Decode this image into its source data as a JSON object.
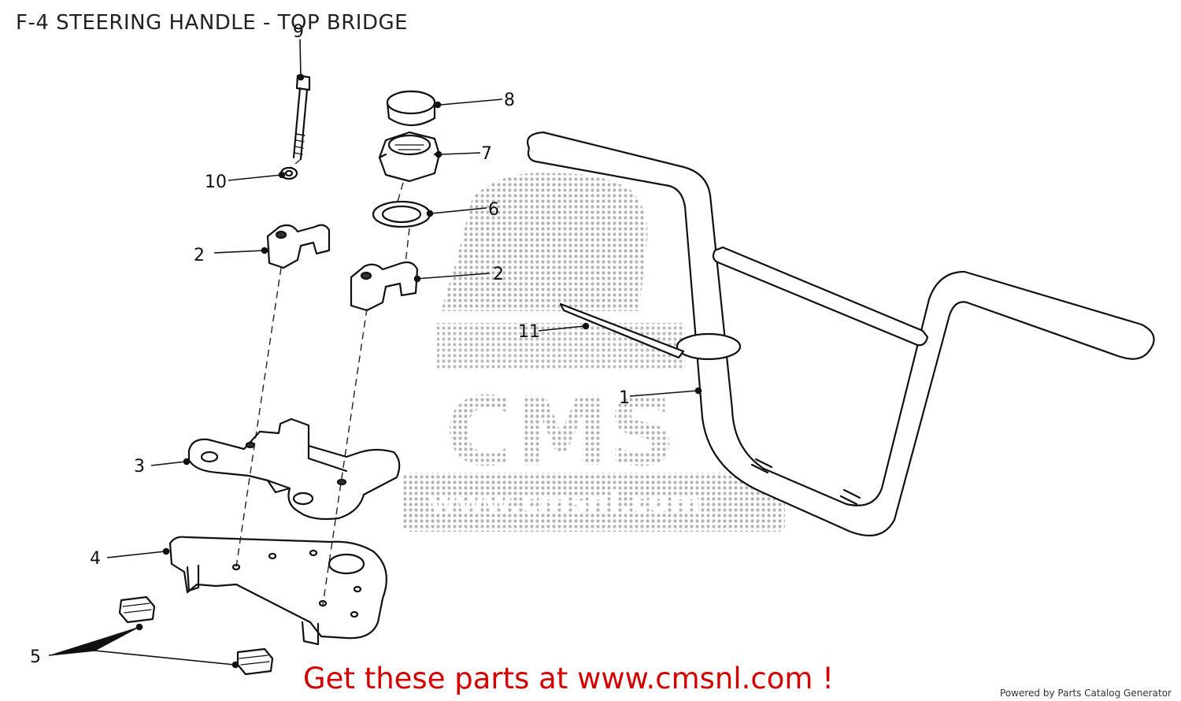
{
  "header": {
    "title": "F-4 STEERING HANDLE - TOP BRIDGE"
  },
  "callouts": {
    "c1": "1",
    "c2a": "2",
    "c2b": "2",
    "c3": "3",
    "c4": "4",
    "c5": "5",
    "c6": "6",
    "c7": "7",
    "c8": "8",
    "c9": "9",
    "c10": "10",
    "c11": "11"
  },
  "watermark": {
    "text": "CMS",
    "sub": "www.cmsnl.com"
  },
  "footer": {
    "promo": "Get these parts at www.cmsnl.com !",
    "credit": "Powered by Parts Catalog Generator"
  }
}
